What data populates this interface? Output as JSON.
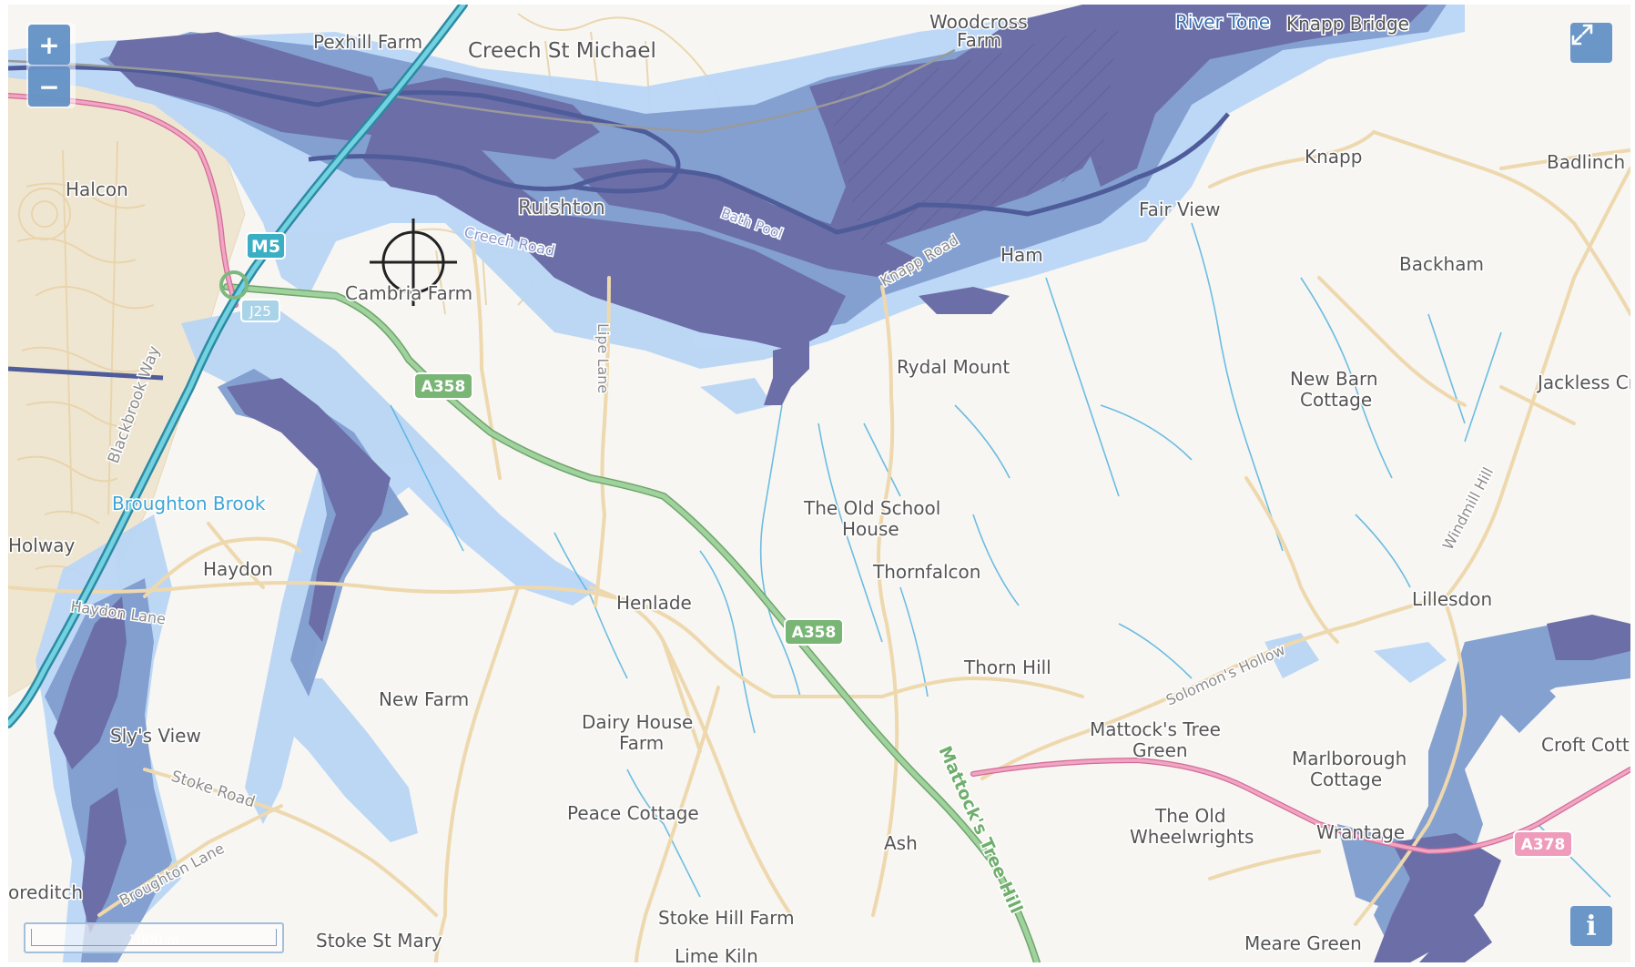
{
  "controls": {
    "zoom_in": "+",
    "zoom_out": "−",
    "fullscreen_icon": "expand-icon",
    "info": "i",
    "scale_label": "1000 m"
  },
  "colors": {
    "flood_high": "#6c6ea7",
    "flood_medium": "#7f9dcf",
    "flood_low": "#b9d6f5",
    "motorway": "#55bfd0",
    "a_road": "#8fc48d",
    "a_road_pink": "#e98ab0",
    "minor_road": "#f1dcb6",
    "water": "#3fa5d6"
  },
  "roads": {
    "m5": "M5",
    "j25": "J25",
    "a358_1": "A358",
    "a358_2": "A358",
    "a378": "A378"
  },
  "places": {
    "pexhill_farm": "Pexhill Farm",
    "creech_st_michael": "Creech St Michael",
    "woodcross_farm_1": "Woodcross",
    "woodcross_farm_2": "Farm",
    "river_tone": "River Tone",
    "knapp_bridge": "Knapp Bridge",
    "halcon": "Halcon",
    "ruishton": "Ruishton",
    "bath_pool": "Bath Pool",
    "creech_road": "Creech Road",
    "cambria_farm": "Cambria Farm",
    "knapp": "Knapp",
    "badlinch": "Badlinch H",
    "fair_view": "Fair View",
    "ham": "Ham",
    "knapp_road": "Knapp Road",
    "backham": "Backham",
    "lipe_lane": "Lipe Lane",
    "rydal_mount": "Rydal Mount",
    "new_barn_cottage_1": "New Barn",
    "new_barn_cottage_2": "Cottage",
    "jackless_cross": "Jackless Cro",
    "blackbrook_way": "Blackbrook Way",
    "broughton_brook": "Broughton Brook",
    "the_old_school_house_1": "The Old School",
    "the_old_school_house_2": "House",
    "holway": "Holway",
    "haydon": "Haydon",
    "haydon_lane": "Haydon Lane",
    "thornfalcon": "Thornfalcon",
    "windmill_hill": "Windmill Hill",
    "henlade": "Henlade",
    "lillesdon": "Lillesdon",
    "thorn_hill": "Thorn Hill",
    "solomons_hollow": "Solomon's Hollow",
    "new_farm": "New Farm",
    "slys_view": "Sly's View",
    "dairy_house_farm_1": "Dairy House",
    "dairy_house_farm_2": "Farm",
    "mattocks_tree_green_1": "Mattock's Tree",
    "mattocks_tree_green_2": "Green",
    "marlborough_cottage_1": "Marlborough",
    "marlborough_cottage_2": "Cottage",
    "croft_cottage": "Croft Cott",
    "stoke_road": "Stoke Road",
    "peace_cottage": "Peace Cottage",
    "mattocks_tree_hill": "Mattock's Tree Hill",
    "the_old_wheelwrights_1": "The Old",
    "the_old_wheelwrights_2": "Wheelwrights",
    "wrantage": "Wrantage",
    "ash": "Ash",
    "shoreditch": "oreditch",
    "broughton_lane": "Broughton Lane",
    "stoke_hill_farm": "Stoke Hill Farm",
    "stoke_st_mary": "Stoke St Mary",
    "lime_kiln": "Lime Kiln",
    "meare_green": "Meare Green"
  }
}
